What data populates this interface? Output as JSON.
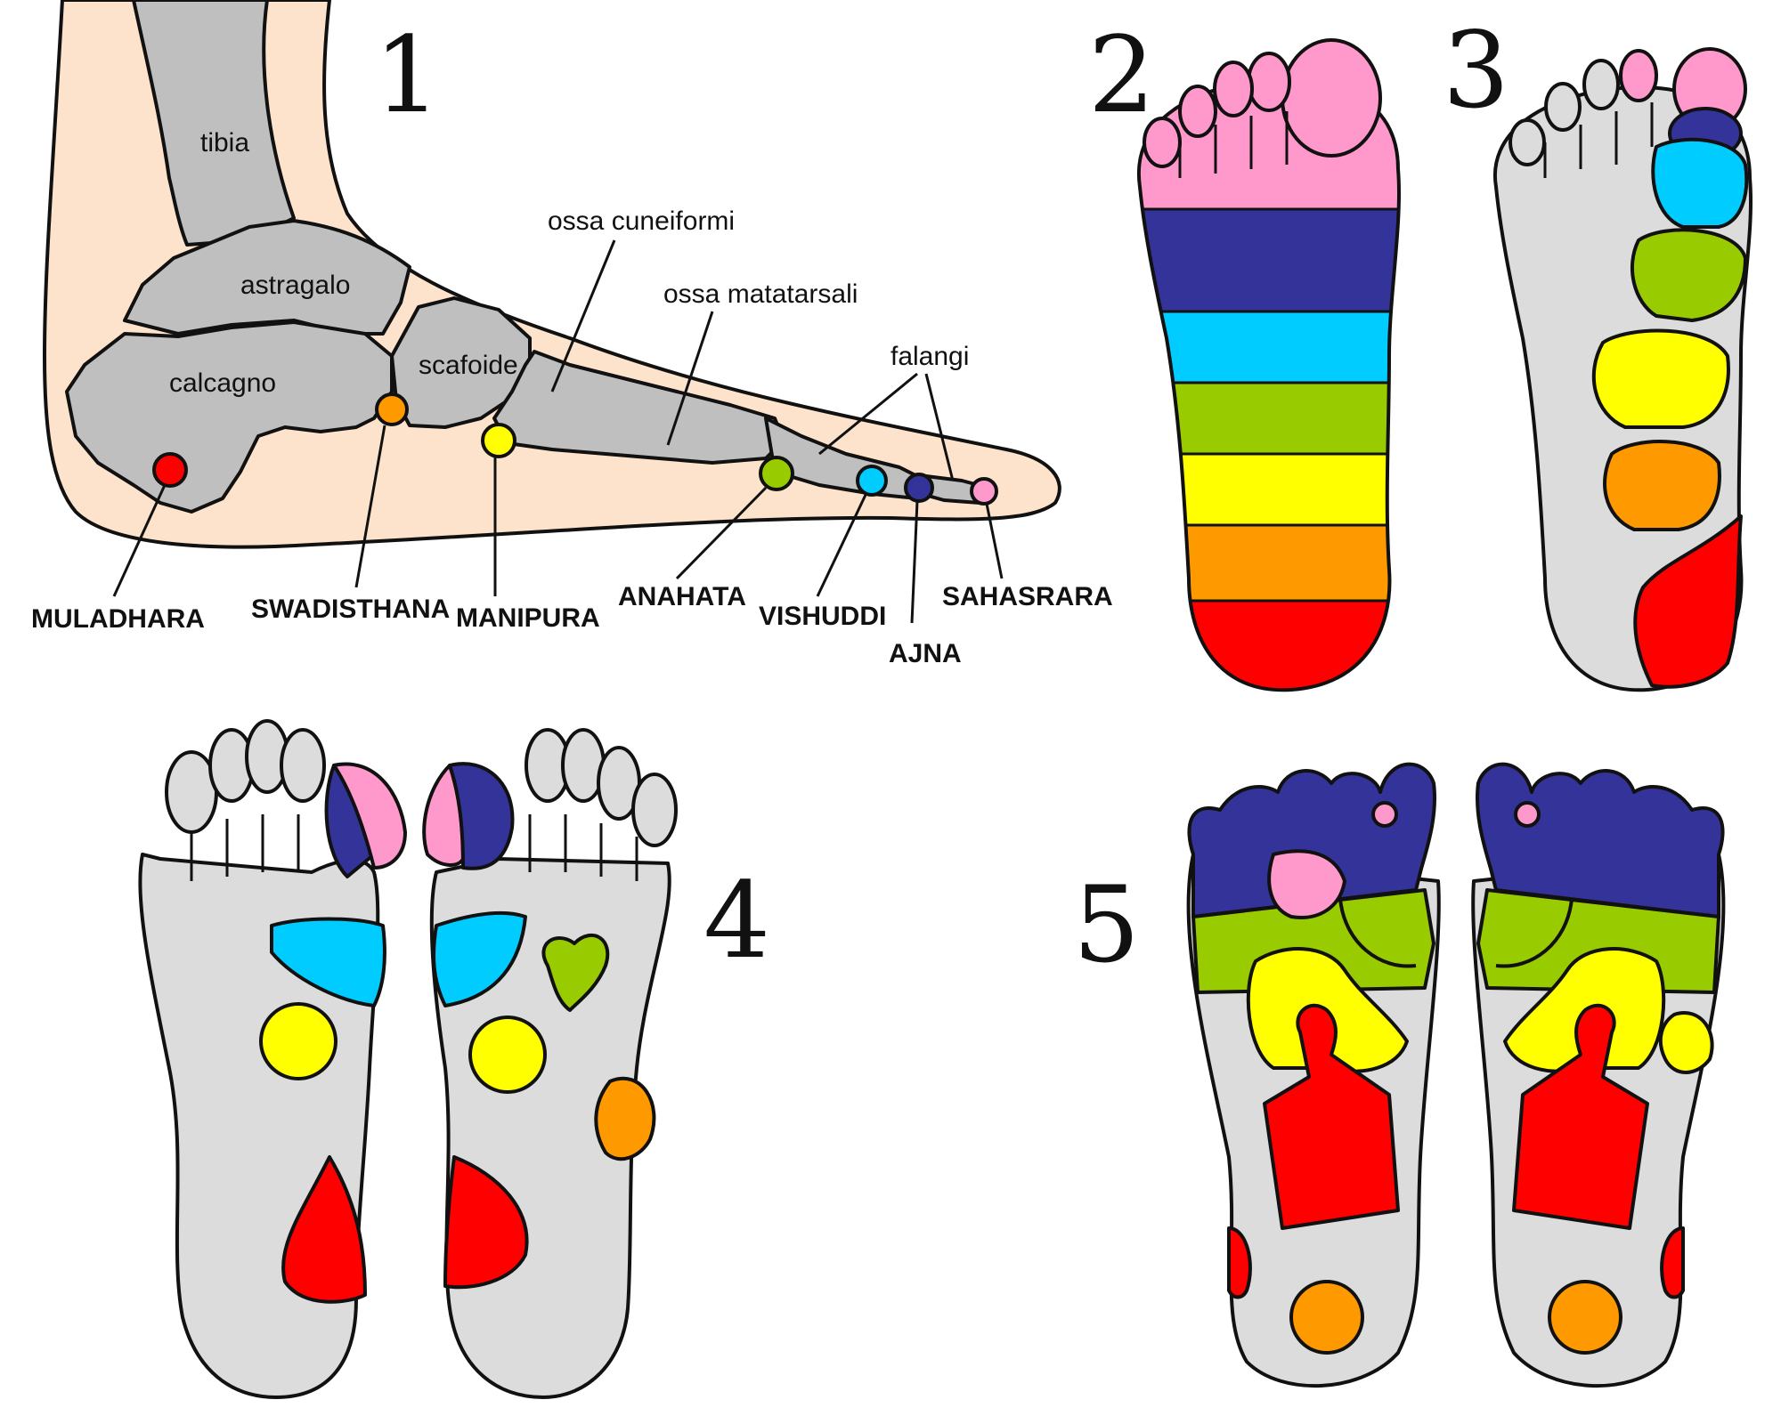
{
  "panels": [
    {
      "number": "1"
    },
    {
      "number": "2"
    },
    {
      "number": "3"
    },
    {
      "number": "4"
    },
    {
      "number": "5"
    }
  ],
  "bones": {
    "tibia": "tibia",
    "astragalo": "astragalo",
    "calcagno": "calcagno",
    "scafoide": "scafoide",
    "cuneiformi": "ossa cuneiformi",
    "metatarsali": "ossa matatarsali",
    "falangi": "falangi"
  },
  "chakras": [
    {
      "name": "MULADHARA",
      "color": "#ff0000"
    },
    {
      "name": "SWADISTHANA",
      "color": "#ff9900"
    },
    {
      "name": "MANIPURA",
      "color": "#ffff00"
    },
    {
      "name": "ANAHATA",
      "color": "#99cc00"
    },
    {
      "name": "VISHUDDI",
      "color": "#00ccff"
    },
    {
      "name": "AJNA",
      "color": "#333399"
    },
    {
      "name": "SAHASRARA",
      "color": "#ff99cc"
    }
  ],
  "colors": {
    "skin": "#fde3cc",
    "bone": "#bfbfbf",
    "sole": "#dcdcdc",
    "outline": "#111111"
  }
}
